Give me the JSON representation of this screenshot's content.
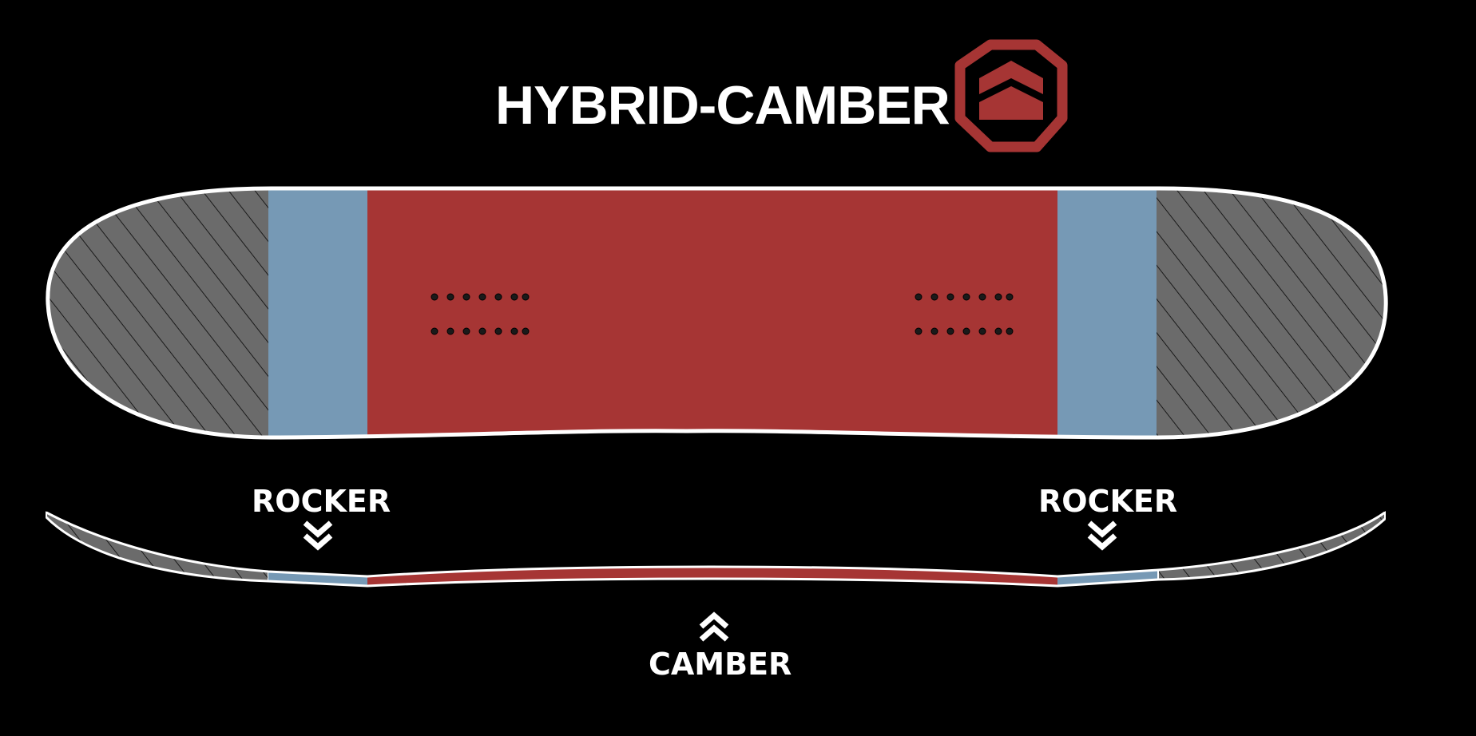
{
  "title": "HYBRID-CAMBER",
  "labels": {
    "rocker_left": "ROCKER",
    "rocker_right": "ROCKER",
    "camber": "CAMBER"
  },
  "colors": {
    "background": "#000000",
    "camber_zone": "#A63534",
    "rocker_zone": "#7699B5",
    "tip_tail": "#6B6B6B",
    "outline": "#FFFFFF",
    "logo": "#A63534"
  },
  "icons": {
    "logo": "octagon-chevron-logo-icon",
    "rocker_marker": "double-chevron-down-icon",
    "camber_marker": "double-chevron-up-icon"
  }
}
